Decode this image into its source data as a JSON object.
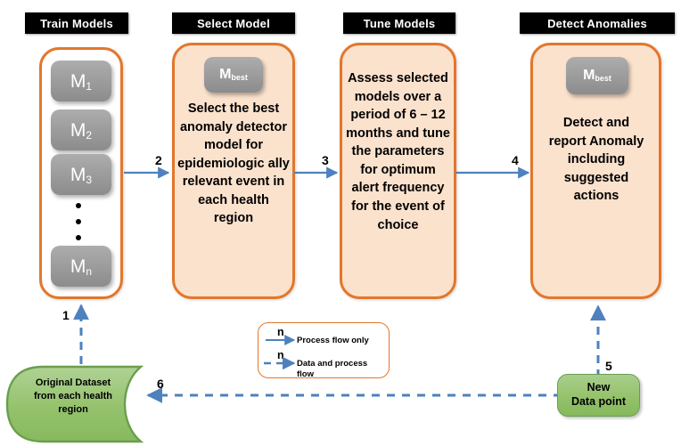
{
  "diagram": {
    "title": "Anomaly detection model lifecycle workflow",
    "colors": {
      "accent_orange": "#E3762B",
      "box_peach": "#FBE2CD",
      "arrow_blue": "#4E81BD",
      "chip_grey": "#9E9E9E",
      "green_fill": "#93C169",
      "green_border": "#6A9E4F",
      "header_bg": "#000000",
      "header_text": "#FFFFFF"
    },
    "columns": [
      {
        "id": "train-models",
        "header": "Train Models",
        "body_text": "",
        "chips": [
          "M1",
          "M2",
          "M3",
          "Mn"
        ],
        "chip_labels": [
          {
            "base": "M",
            "sub": "1"
          },
          {
            "base": "M",
            "sub": "2"
          },
          {
            "base": "M",
            "sub": "3"
          },
          {
            "base": "M",
            "sub": "n"
          }
        ],
        "has_ellipsis": true
      },
      {
        "id": "select-model",
        "header": "Select Model",
        "body_text": "Select the best anomaly detector model for epidemiologic ally relevant event in each health region",
        "chip_labels": [
          {
            "base": "M",
            "sub": "best"
          }
        ],
        "has_ellipsis": false
      },
      {
        "id": "tune-models",
        "header": "Tune Models",
        "body_text": "Assess selected models  over a period of 6 – 12 months and tune the parameters for optimum alert frequency for the event of choice",
        "chip_labels": [],
        "has_ellipsis": false
      },
      {
        "id": "detect-anomalies",
        "header": "Detect Anomalies",
        "body_text": "Detect and report Anomaly including suggested actions",
        "chip_labels": [
          {
            "base": "M",
            "sub": "best"
          }
        ],
        "has_ellipsis": false
      }
    ],
    "connectors": [
      {
        "id": "c1",
        "number": "1",
        "style": "dashed",
        "direction": "up",
        "description": "Original dataset into Train Models"
      },
      {
        "id": "c2",
        "number": "2",
        "style": "solid",
        "direction": "right",
        "description": "Train Models to Select Model"
      },
      {
        "id": "c3",
        "number": "3",
        "style": "solid",
        "direction": "right",
        "description": "Select Model to Tune Models"
      },
      {
        "id": "c4",
        "number": "4",
        "style": "solid",
        "direction": "right",
        "description": "Tune Models to Detect Anomalies"
      },
      {
        "id": "c5",
        "number": "5",
        "style": "dashed",
        "direction": "up",
        "description": "New Data point into Detect Anomalies"
      },
      {
        "id": "c6",
        "number": "6",
        "style": "dashed",
        "direction": "left",
        "description": "New Data point back into Original Dataset"
      }
    ],
    "legend": {
      "entries": [
        {
          "n": "n",
          "style": "solid",
          "label": "Process flow only"
        },
        {
          "n": "n",
          "style": "dashed",
          "label": "Data and process flow"
        }
      ]
    },
    "data_store": {
      "label": "Original Dataset from each health region",
      "label_lines": [
        "Original Dataset",
        "from each health",
        "region"
      ]
    },
    "new_data": {
      "label": "New Data point",
      "label_lines": [
        "New",
        "Data point"
      ]
    }
  }
}
